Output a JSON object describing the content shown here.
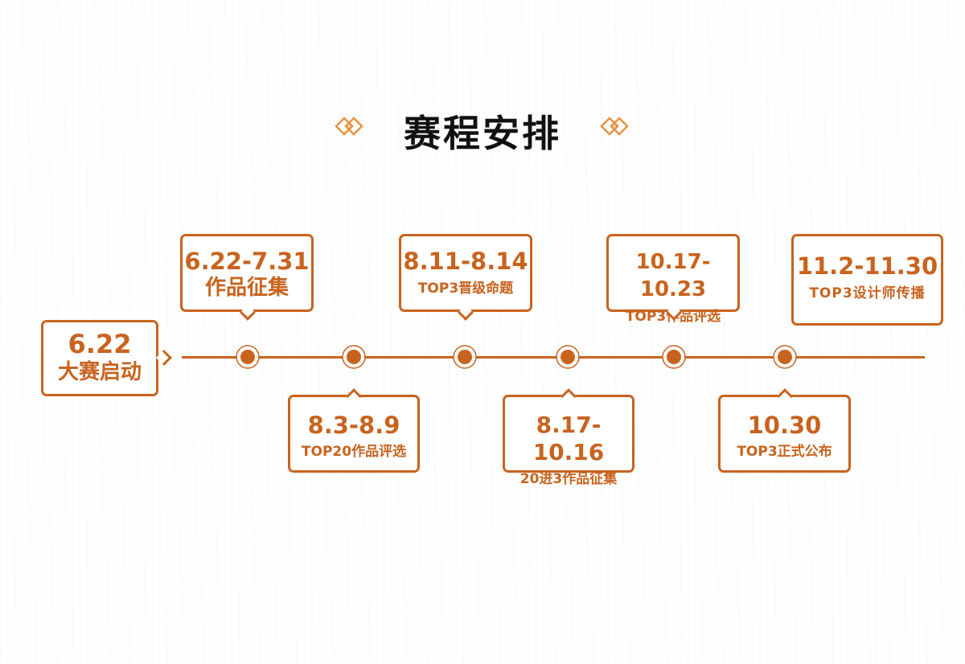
{
  "title": "赛程安排",
  "colors": {
    "accent": "#c8631e",
    "decoration": "#e8923f",
    "title": "#111111"
  },
  "start": {
    "date": "6.22",
    "label": "大赛启动"
  },
  "stages_top": [
    {
      "date": "6.22-7.31",
      "label": "作品征集"
    },
    {
      "date": "8.11-8.14",
      "label": "TOP3晋级命题"
    },
    {
      "date": "10.17-10.23",
      "label": "TOP3作品评选"
    },
    {
      "date": "11.2-11.30",
      "label": "TOP3设计师传播"
    }
  ],
  "stages_bottom": [
    {
      "date": "8.3-8.9",
      "label": "TOP20作品评选"
    },
    {
      "date": "8.17-10.16",
      "label": "20进3作品征集"
    },
    {
      "date": "10.30",
      "label": "TOP3正式公布"
    }
  ]
}
